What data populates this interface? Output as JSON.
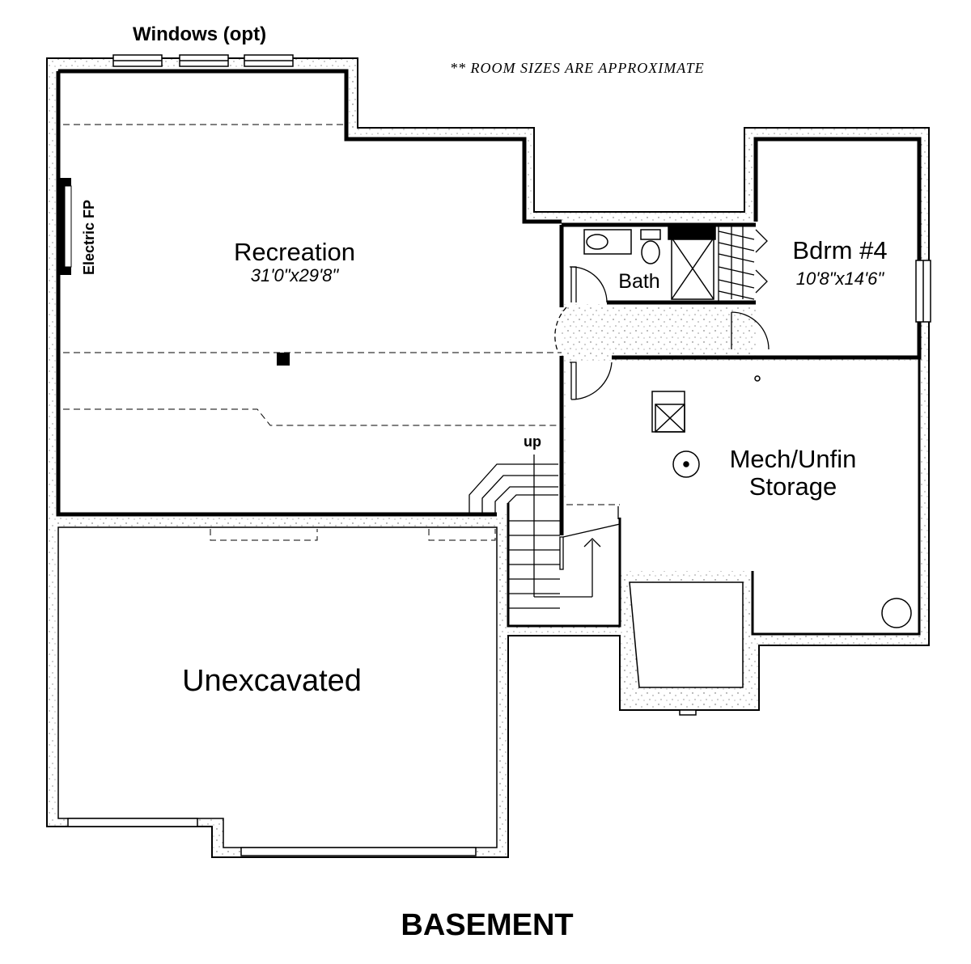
{
  "plan": {
    "title": "BASEMENT",
    "note": "** ROOM SIZES ARE APPROXIMATE",
    "windows_label": "Windows (opt)",
    "fireplace_label": "Electric FP",
    "stairs_label": "up"
  },
  "rooms": {
    "recreation": {
      "name": "Recreation",
      "size": "31'0\"x29'8\""
    },
    "bath": {
      "name": "Bath"
    },
    "bedroom4": {
      "name": "Bdrm #4",
      "size": "10'8\"x14'6\""
    },
    "mech": {
      "name_line1": "Mech/Unfin",
      "name_line2": "Storage"
    },
    "unexcavated": {
      "name": "Unexcavated"
    }
  },
  "colors": {
    "wall": "#000000",
    "background": "#ffffff",
    "foundation_fill": "#ffffff"
  }
}
